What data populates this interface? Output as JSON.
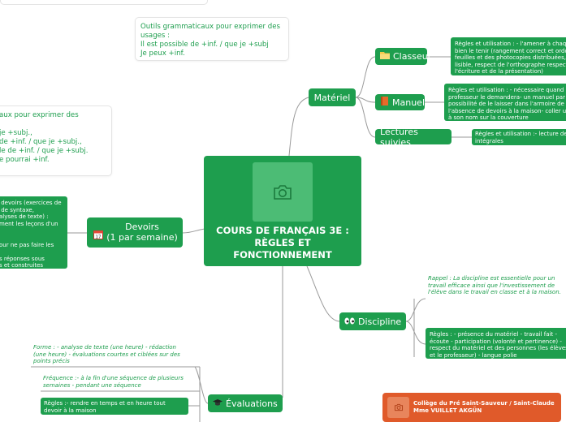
{
  "central": {
    "title": "COURS DE FRANÇAIS 3E : RÈGLES ET FONCTIONNEMENT",
    "icon": "camera-icon"
  },
  "top_left_note": "Outils grammaticaux pour exprimer des usages :\nIl est possible de +inf.  / que je +subj\nJe peux +inf.",
  "left_note": "aux pour exprimer des\n\n je +subj.,\nde +inf.  / que je +subj.,\nle de +inf.  / que je +subj.\ne pourrai +inf.",
  "devoirs": {
    "label": "Devoirs\n(1 par semaine)",
    "icon": "calendar-icon",
    "detail": " devoirs (exercices de\n de syntaxe,\nalyses de texte) :\nment les leçons d'un\n\n\nour ne pas faire les\n\ns réponses sous\ns et construites"
  },
  "materiel": {
    "label": "Matériel",
    "classeur": {
      "label": "Classeur",
      "icon": "folder-icon",
      "detail": "Règles et utilisation : - l'amener à chaq\nbien le tenir (rangement correct et ordo\nfeuilles et des photocopies distribuées,\nlisible, respect de l'orthographe respect\nl'écriture et de la présentation)"
    },
    "manuel": {
      "label": "Manuel",
      "icon": "book-icon",
      "detail": "Règles et utilisation : - nécessaire quand\nprofesseur le demandera- un manuel par\npossibilité de le laisser dans l'armoire de\nl'absence de devoirs à la maison- coller u\nà son nom sur la couverture"
    },
    "lectures": {
      "label": "Lectures suivies",
      "detail": "Règles et utilisation :- lecture de\nintégrales"
    }
  },
  "discipline": {
    "label": "Discipline",
    "icon": "eyes-icon",
    "rappel": "Rappel : La discipline est essentielle pour un\ntravail efficace ainsi que l'investissement de\nl'élève dans le travail en classe et à la maison.",
    "regles": "Règles : - présence du matériel - travail fait -\nécoute - participation (volonté et pertinence) -\nrespect du matériel et des personnes (les élèves\net le professeur) - langue polie"
  },
  "evaluations": {
    "label": "Évaluations",
    "icon": "graduation-cap-icon",
    "forme": "Forme : - analyse de texte (une heure) - rédaction\n(une heure) - évaluations courtes et ciblées sur des\npoints précis",
    "frequence": "Fréquence :- à la fin d'une séquence de plusieurs\nsemaines - pendant une séquence",
    "regles": "Règles :- rendre en temps et en heure tout\ndevoir à la maison"
  },
  "author": {
    "text": "Collège du Pré Saint-Sauveur / Saint-Claude\nMme VUILLET AKGÜN",
    "icon": "camera-icon",
    "color": "#e05a2a"
  },
  "colors": {
    "node": "#1e9e4e",
    "central": "#1e9e4e",
    "author": "#e05a2a"
  }
}
